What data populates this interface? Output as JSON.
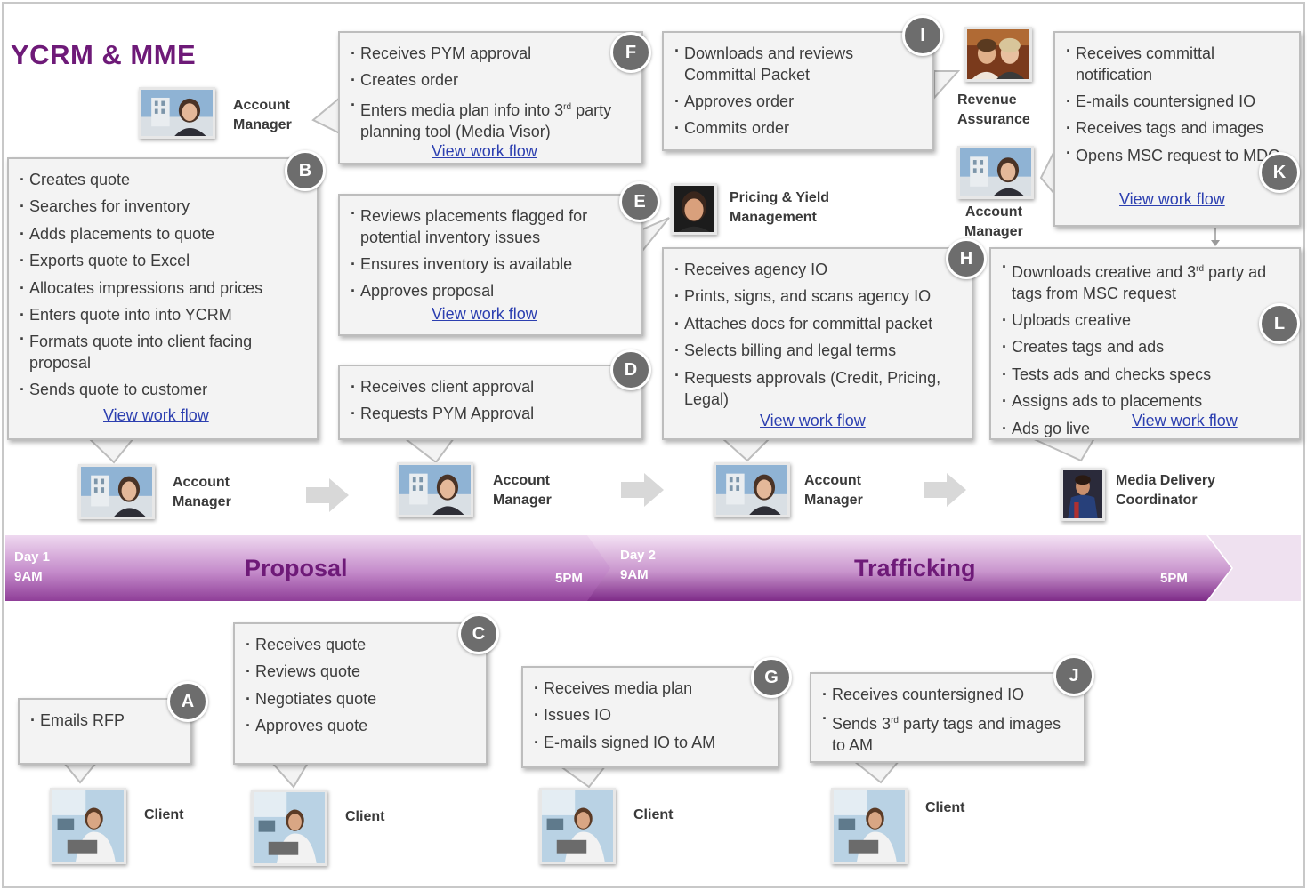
{
  "title": "YCRM & MME",
  "timeline": {
    "day1": "Day 1",
    "day1_time": "9AM",
    "day1_end": "5PM",
    "day2": "Day 2",
    "day2_time": "9AM",
    "day2_end": "5PM",
    "phase1": "Proposal",
    "phase2": "Trafficking"
  },
  "roles": {
    "am_line1": "Account",
    "am_line2": "Manager",
    "pym_line1": "Pricing & Yield",
    "pym_line2": "Management",
    "ra_line1": "Revenue",
    "ra_line2": "Assurance",
    "mdc_line1": "Media Delivery",
    "mdc_line2": "Coordinator",
    "client": "Client"
  },
  "link_label": "View work flow",
  "steps": {
    "A": {
      "badge": "A",
      "items": [
        "Emails RFP"
      ]
    },
    "B": {
      "badge": "B",
      "items": [
        "Creates quote",
        "Searches for inventory",
        "Adds placements to quote",
        "Exports quote to Excel",
        "Allocates impressions and prices",
        "Enters quote into into YCRM",
        "Formats quote into client facing proposal",
        "Sends quote  to customer"
      ]
    },
    "C": {
      "badge": "C",
      "items": [
        "Receives quote",
        "Reviews quote",
        "Negotiates quote",
        "Approves quote"
      ]
    },
    "D": {
      "badge": "D",
      "items": [
        "Receives client approval",
        "Requests PYM Approval"
      ]
    },
    "E": {
      "badge": "E",
      "items": [
        "Reviews placements flagged for potential inventory issues",
        "Ensures inventory is available",
        "Approves proposal"
      ]
    },
    "F": {
      "badge": "F",
      "items": [
        "Receives PYM approval",
        "Creates order",
        "Enters media plan info into 3rd party planning tool (Media Visor)"
      ]
    },
    "G": {
      "badge": "G",
      "items": [
        "Receives media plan",
        "Issues IO",
        "E-mails signed IO to AM"
      ]
    },
    "H": {
      "badge": "H",
      "items": [
        "Receives agency IO",
        "Prints, signs, and scans agency IO",
        "Attaches docs for committal packet",
        "Selects billing and legal terms",
        "Requests approvals (Credit, Pricing, Legal)"
      ]
    },
    "I": {
      "badge": "I",
      "items": [
        "Downloads and reviews Committal Packet",
        "Approves order",
        "Commits order"
      ]
    },
    "J": {
      "badge": "J",
      "items": [
        "Receives countersigned IO",
        "Sends 3rd party tags and images to AM"
      ]
    },
    "K": {
      "badge": "K",
      "items": [
        "Receives committal notification",
        "E-mails countersigned IO",
        "Receives tags and images",
        "Opens MSC request to MDC"
      ]
    },
    "L": {
      "badge": "L",
      "items": [
        "Downloads creative and 3rd party ad tags from MSC request",
        "Uploads creative",
        "Creates tags and ads",
        "Tests ads and checks specs",
        "Assigns ads to placements",
        "Ads go live"
      ]
    }
  },
  "colors": {
    "accent": "#6e1a78",
    "badge": "#6d6d6d",
    "link": "#2c3fb0",
    "box": "#f3f3f3"
  }
}
